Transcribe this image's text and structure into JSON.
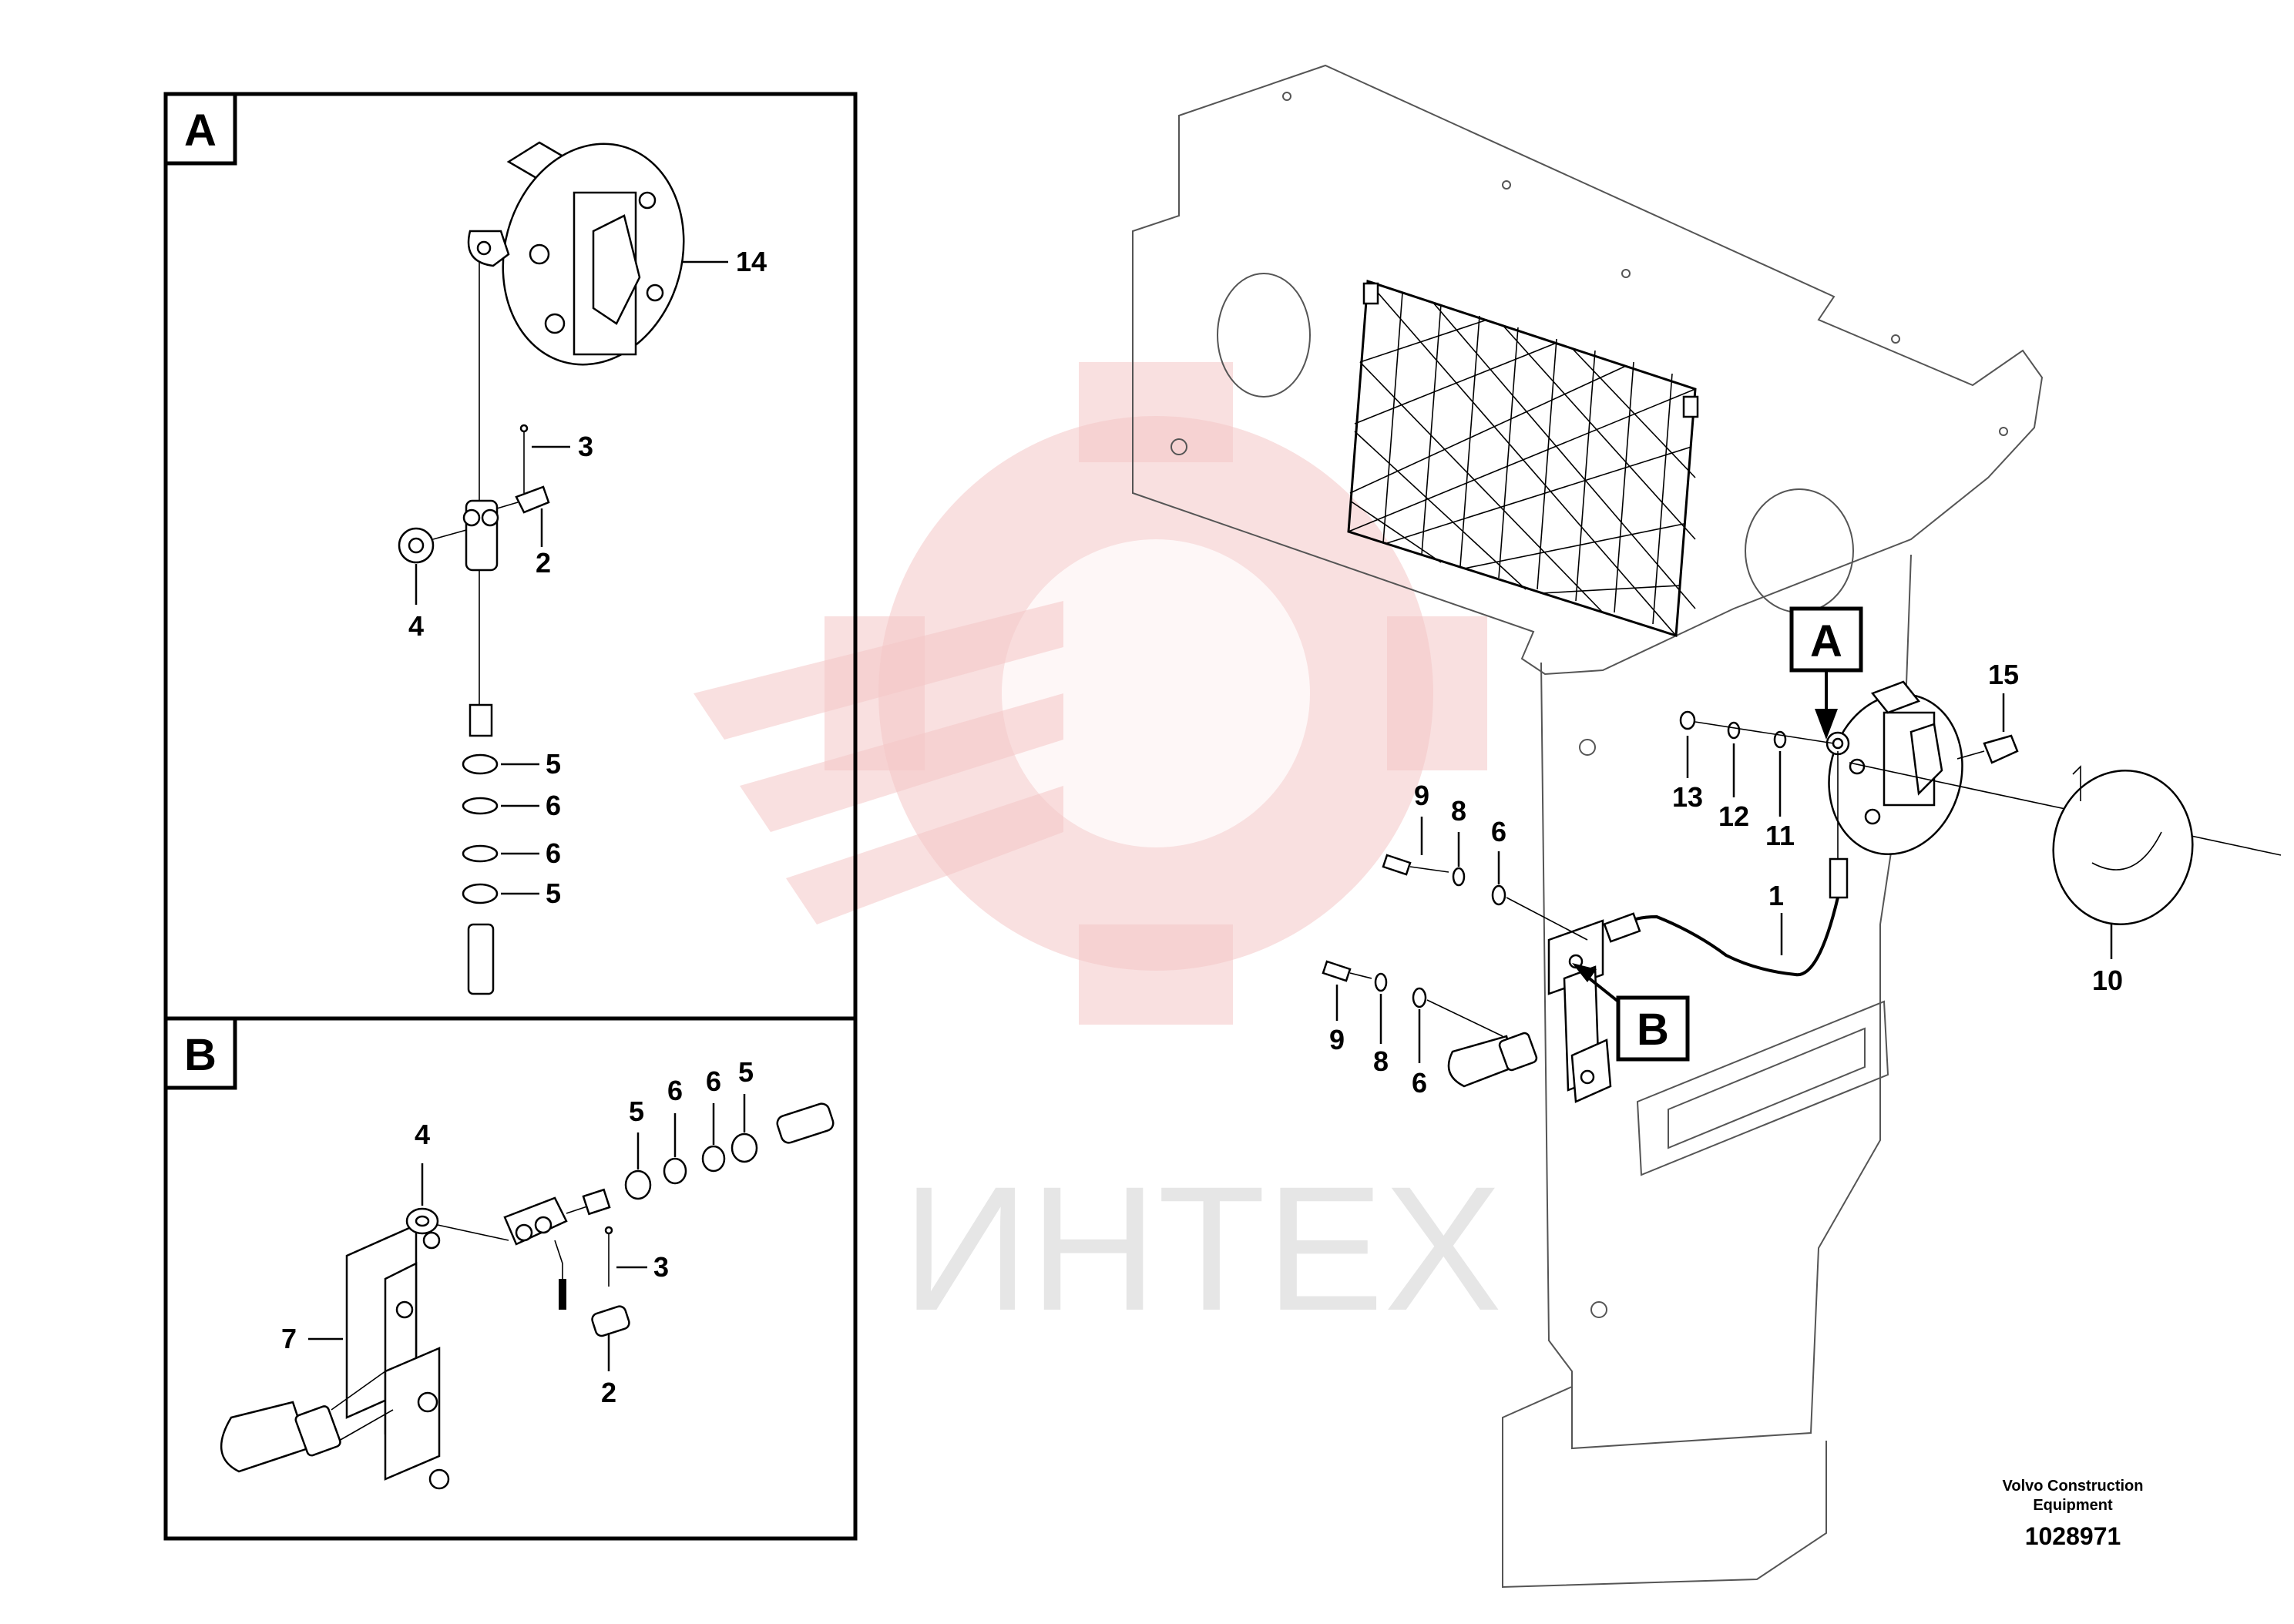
{
  "watermark": {
    "text": "ИНТЕХ"
  },
  "detail_a": {
    "label": "A",
    "callouts": {
      "c14": "14",
      "c3": "3",
      "c2": "2",
      "c4": "4",
      "c5a": "5",
      "c6a": "6",
      "c6b": "6",
      "c5b": "5"
    }
  },
  "detail_b": {
    "label": "B",
    "callouts": {
      "c4": "4",
      "c5a": "5",
      "c6a": "6",
      "c6b": "6",
      "c5b": "5",
      "c3": "3",
      "c7": "7",
      "c2": "2"
    }
  },
  "main": {
    "label_a": "A",
    "label_b": "B",
    "callouts": {
      "c15": "15",
      "c13": "13",
      "c12": "12",
      "c11": "11",
      "c9a": "9",
      "c8a": "8",
      "c6a": "6",
      "c1": "1",
      "c9b": "9",
      "c8b": "8",
      "c6b": "6",
      "c10": "10"
    }
  },
  "footer": {
    "company_line1": "Volvo Construction",
    "company_line2": "Equipment",
    "drawing_number": "1028971"
  }
}
